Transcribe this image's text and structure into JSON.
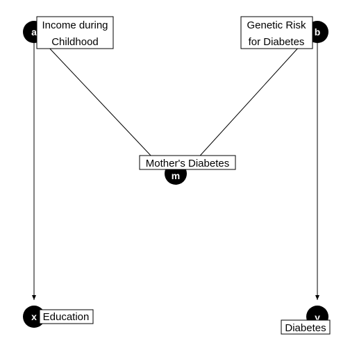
{
  "nodes": {
    "a": {
      "letter": "a",
      "label_line1": "Income during",
      "label_line2": "Childhood"
    },
    "b": {
      "letter": "b",
      "label_line1": "Genetic Risk",
      "label_line2": "for Diabetes"
    },
    "m": {
      "letter": "m",
      "label": "Mother's Diabetes"
    },
    "x": {
      "letter": "x",
      "label": "Education"
    },
    "y": {
      "letter": "y",
      "label": "Diabetes"
    }
  },
  "edges": [
    {
      "from": "a",
      "to": "m",
      "arrow": false
    },
    {
      "from": "b",
      "to": "m",
      "arrow": false
    },
    {
      "from": "a",
      "to": "x",
      "arrow": true
    },
    {
      "from": "b",
      "to": "y",
      "arrow": true
    }
  ],
  "colors": {
    "node_fill": "#000000",
    "letter": "#ffffff",
    "edge": "#000000",
    "label_bg": "#ffffff"
  }
}
